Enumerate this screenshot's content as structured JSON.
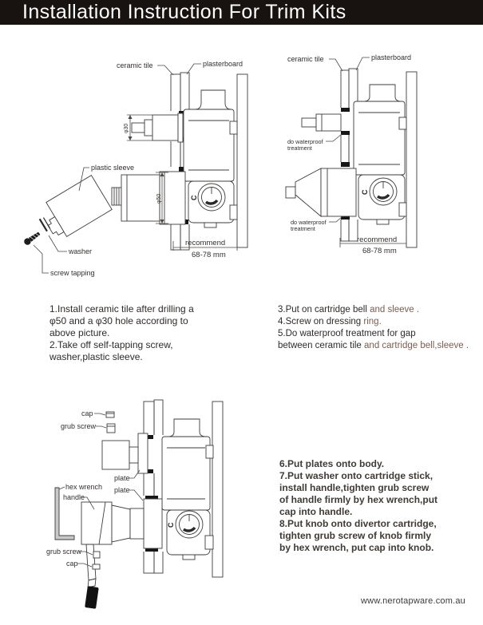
{
  "header": {
    "title": "Installation Instruction For Trim Kits"
  },
  "footer": {
    "url": "www.nerotapware.com.au"
  },
  "colors": {
    "header_bg": "#181210",
    "body_text": "#2e2b29",
    "highlight_text": "#7b5d50",
    "bold_text": "#3f3a36",
    "drawing_line": "#3f3c3a",
    "footer_text": "#3a3a3a"
  },
  "diagram_top_left": {
    "labels": {
      "ceramic_tile": "ceramic tile",
      "plasterboard": "plasterboard",
      "plastic_sleeve": "plastic sleeve",
      "washer": "washer",
      "screw_tapping": "screw tapping",
      "dim_phi30": "φ30",
      "dim_phi50": "φ50",
      "recommend": "recommend",
      "recommend_range": "68-78 mm",
      "cartridge_mark": "C"
    }
  },
  "diagram_top_right": {
    "labels": {
      "ceramic_tile": "ceramic tile",
      "plasterboard": "plasterboard",
      "waterproof_upper_1": "do waterproof",
      "waterproof_upper_2": "treatment",
      "waterproof_lower_1": "do waterproof",
      "waterproof_lower_2": "treatment",
      "recommend": "recommend",
      "recommend_range": "68-78 mm",
      "cartridge_mark": "C"
    }
  },
  "diagram_bottom": {
    "labels": {
      "cap_top": "cap",
      "grub_screw_top": "grub screw",
      "plate_1": "plate",
      "plate_2": "plate",
      "hex_wrench": "hex wrench",
      "handle": "handle",
      "grub_screw_bottom": "grub screw",
      "cap_bottom": "cap",
      "cartridge_mark": "C"
    }
  },
  "instructions_left": {
    "lines": [
      "1.Install  ceramic tile  after drilling a",
      "φ50 and a φ30 hole according to",
      "above picture.",
      "2.Take off self-tapping screw,",
      "washer,plastic sleeve."
    ]
  },
  "instructions_right": {
    "lines": [
      {
        "segments": [
          {
            "text": "3.Put on cartridge bell "
          },
          {
            "text": "and sleeve ."
          }
        ]
      },
      {
        "segments": [
          {
            "text": "4.Screw on dressing "
          },
          {
            "text": "ring."
          }
        ]
      },
      {
        "segments": [
          {
            "text": "5.Do waterproof treatment for gap"
          },
          {
            "text": ""
          }
        ]
      },
      {
        "segments": [
          {
            "text": "between ceramic tile  "
          },
          {
            "text": "and cartridge bell,sleeve ."
          }
        ]
      }
    ]
  },
  "instructions_bottom": {
    "lines": [
      "6.Put plates onto body.",
      "7.Put washer onto cartridge stick,",
      "install handle,tighten grub screw",
      "of handle firmly by hex wrench,put",
      "cap into handle.",
      "8.Put knob onto divertor cartridge,",
      "tighten grub screw of knob firmly",
      "by hex wrench, put cap into knob."
    ]
  }
}
